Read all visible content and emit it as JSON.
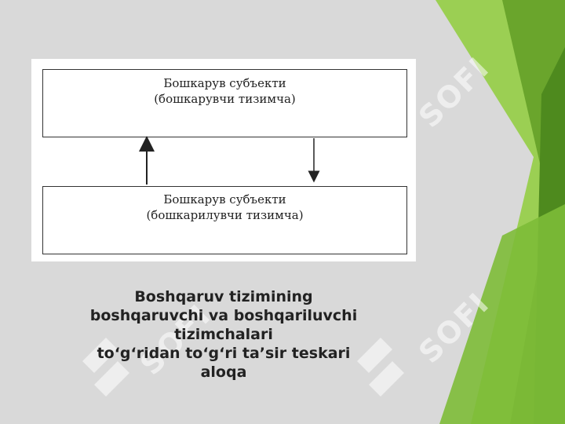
{
  "diagram": {
    "top_box": {
      "line1": "Бошкарув субъекти",
      "line2": "(бошкарувчи тизимча)"
    },
    "bottom_box": {
      "line1": "Бошкарув субъекти",
      "line2": "(бошкарилувчи тизимча)"
    }
  },
  "caption": {
    "line1": "Boshqaruv tizimining",
    "line2": "boshqaruvchi va boshqariluvchi",
    "line3": "tizimchalari",
    "line4": "to‘g‘ridan to‘g‘ri ta’sir teskari",
    "line5": "aloqa"
  },
  "watermark": {
    "text": "SOFI"
  },
  "colors": {
    "slide_gray": "#d9d9d9",
    "green_light": "#8cc63f",
    "green_dark": "#4e8a1e",
    "watermark": "#ffffff"
  }
}
